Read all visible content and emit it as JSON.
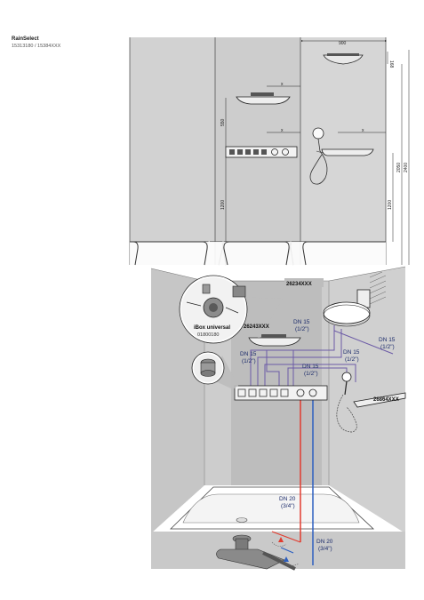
{
  "header": {
    "title": "RainSelect",
    "subtitle": "15313180 / 15384XXX"
  },
  "elevation": {
    "dims": {
      "width_top": "900",
      "head_offset": "168",
      "gap_mid": "550",
      "height_1200_left": "1200",
      "height_1200_right": "1200",
      "height_2050": "2050",
      "height_2400": "2400",
      "x_upper": "x",
      "x_mid_left": "x",
      "x_mid_right": "x"
    }
  },
  "installation": {
    "part_overhead": "26234XXX",
    "part_shelf": "26243XXX",
    "part_handshower": "26864XXX",
    "ibox_label": "iBox universal",
    "ibox_code": "01800180",
    "dn_right": "DN 15",
    "dn_right_size": "(1/2\")",
    "dn_mid": "DN 15",
    "dn_mid_size": "(1/2\")",
    "dn_left": "DN 15",
    "dn_left_size": "(1/2\")",
    "dn_center": "DN 15",
    "dn_center_size": "(1/2\")",
    "dn_inlet_top": "DN 15",
    "dn_inlet_top_size": "(1/2\")",
    "dn_supply_a": "DN 20",
    "dn_supply_a_size": "(3/4\")",
    "dn_supply_b": "DN 20",
    "dn_supply_b_size": "(3/4\")"
  },
  "colors": {
    "wall": "#d2d2d2",
    "pipe_purple": "#6b5aa6",
    "pipe_red": "#e23b2e",
    "pipe_blue": "#2d5fc0"
  }
}
